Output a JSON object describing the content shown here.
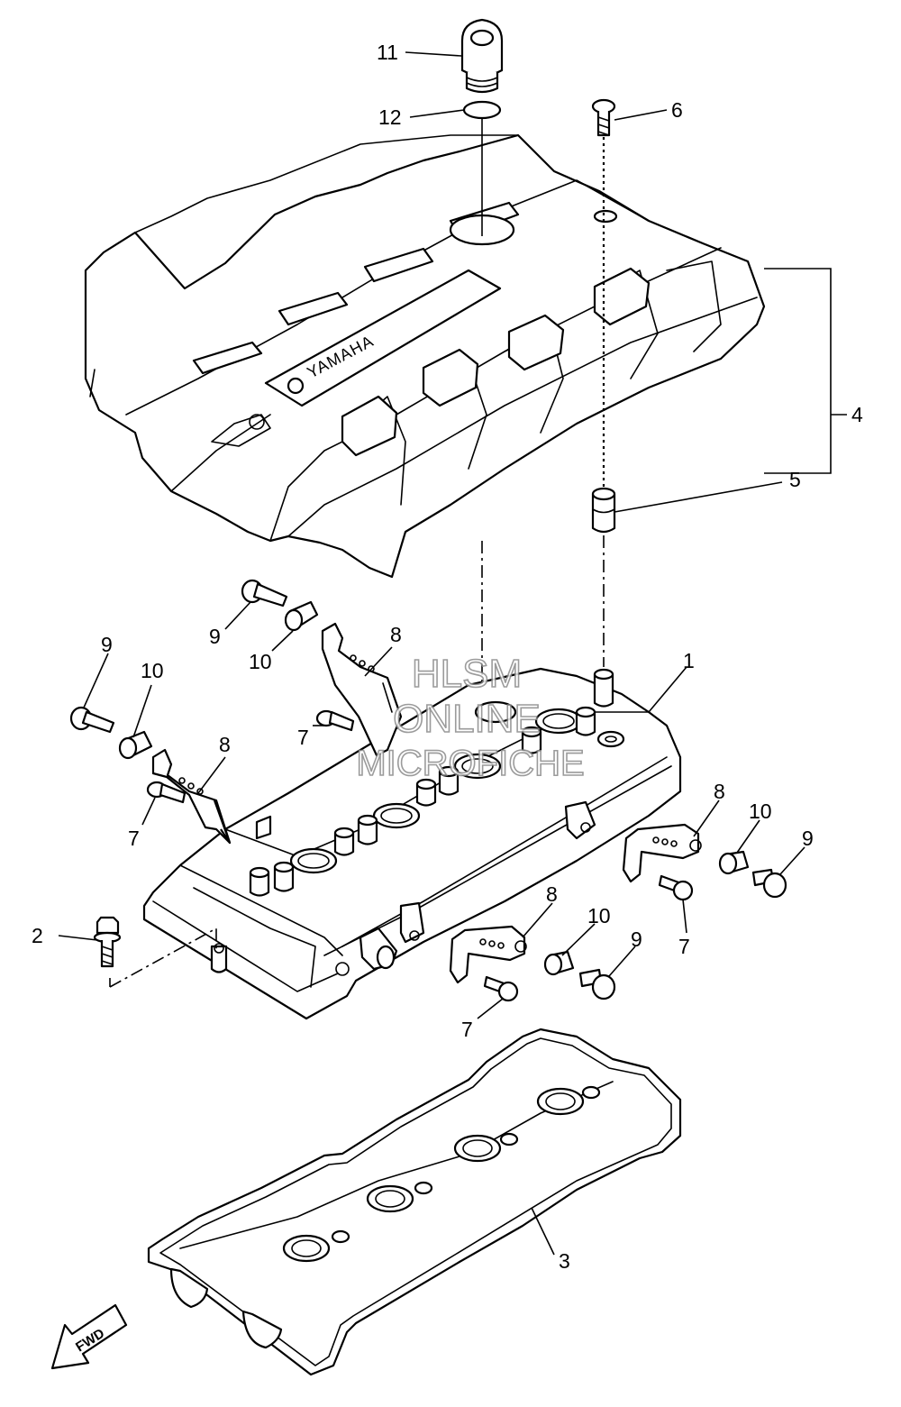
{
  "callouts": [
    {
      "id": "1",
      "label": "1"
    },
    {
      "id": "2",
      "label": "2"
    },
    {
      "id": "3",
      "label": "3"
    },
    {
      "id": "4",
      "label": "4"
    },
    {
      "id": "5",
      "label": "5"
    },
    {
      "id": "6",
      "label": "6"
    },
    {
      "id": "7a",
      "label": "7"
    },
    {
      "id": "7b",
      "label": "7"
    },
    {
      "id": "7c",
      "label": "7"
    },
    {
      "id": "7d",
      "label": "7"
    },
    {
      "id": "8a",
      "label": "8"
    },
    {
      "id": "8b",
      "label": "8"
    },
    {
      "id": "8c",
      "label": "8"
    },
    {
      "id": "8d",
      "label": "8"
    },
    {
      "id": "9a",
      "label": "9"
    },
    {
      "id": "9b",
      "label": "9"
    },
    {
      "id": "9c",
      "label": "9"
    },
    {
      "id": "9d",
      "label": "9"
    },
    {
      "id": "10a",
      "label": "10"
    },
    {
      "id": "10b",
      "label": "10"
    },
    {
      "id": "10c",
      "label": "10"
    },
    {
      "id": "10d",
      "label": "10"
    },
    {
      "id": "11",
      "label": "11"
    },
    {
      "id": "12",
      "label": "12"
    }
  ],
  "cover_logo": "YAMAHA",
  "watermark": [
    "HLSM",
    "ONLINE",
    "MICROFICHE"
  ],
  "direction_label": "FWD"
}
